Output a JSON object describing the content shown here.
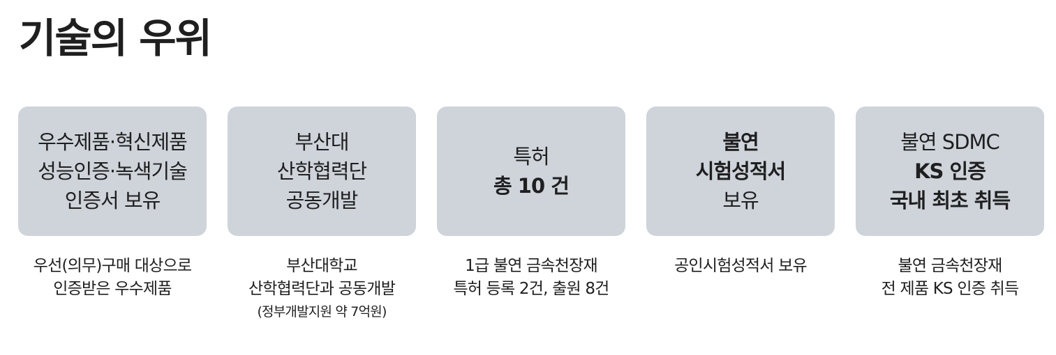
{
  "page": {
    "title": "기술의 우위"
  },
  "cards": [
    {
      "box": [
        {
          "text": "우수제품·혁신제품",
          "bold": false
        },
        {
          "text": "성능인증·녹색기술",
          "bold": false
        },
        {
          "text": "인증서 보유",
          "bold": false
        }
      ],
      "caption": [
        {
          "text": "우선(의무)구매 대상으로",
          "small": false
        },
        {
          "text": "인증받은 우수제품",
          "small": false
        }
      ]
    },
    {
      "box": [
        {
          "text": "부산대",
          "bold": false
        },
        {
          "text": "산학협력단",
          "bold": false
        },
        {
          "text": "공동개발",
          "bold": false
        }
      ],
      "caption": [
        {
          "text": "부산대학교",
          "small": false
        },
        {
          "text": "산학협력단과 공동개발",
          "small": false
        },
        {
          "text": "(정부개발지원 약 7억원)",
          "small": true
        }
      ]
    },
    {
      "box": [
        {
          "text": "특허",
          "bold": false
        },
        {
          "text": "총 10 건",
          "bold": true
        }
      ],
      "caption": [
        {
          "text": "1급 불연 금속천장재",
          "small": false
        },
        {
          "text": "특허 등록 2건, 출원 8건",
          "small": false
        }
      ]
    },
    {
      "box": [
        {
          "text": "불연",
          "bold": true
        },
        {
          "text": "시험성적서",
          "bold": true
        },
        {
          "text": "보유",
          "bold": false
        }
      ],
      "caption": [
        {
          "text": "공인시험성적서 보유",
          "small": false
        }
      ]
    },
    {
      "box": [
        {
          "text": "불연 SDMC",
          "bold": false
        },
        {
          "text": "KS 인증",
          "bold": true
        },
        {
          "text": "국내 최초 취득",
          "bold": true
        }
      ],
      "caption": [
        {
          "text": "불연 금속천장재",
          "small": false
        },
        {
          "text": "전 제품 KS 인증 취득",
          "small": false
        }
      ]
    }
  ]
}
